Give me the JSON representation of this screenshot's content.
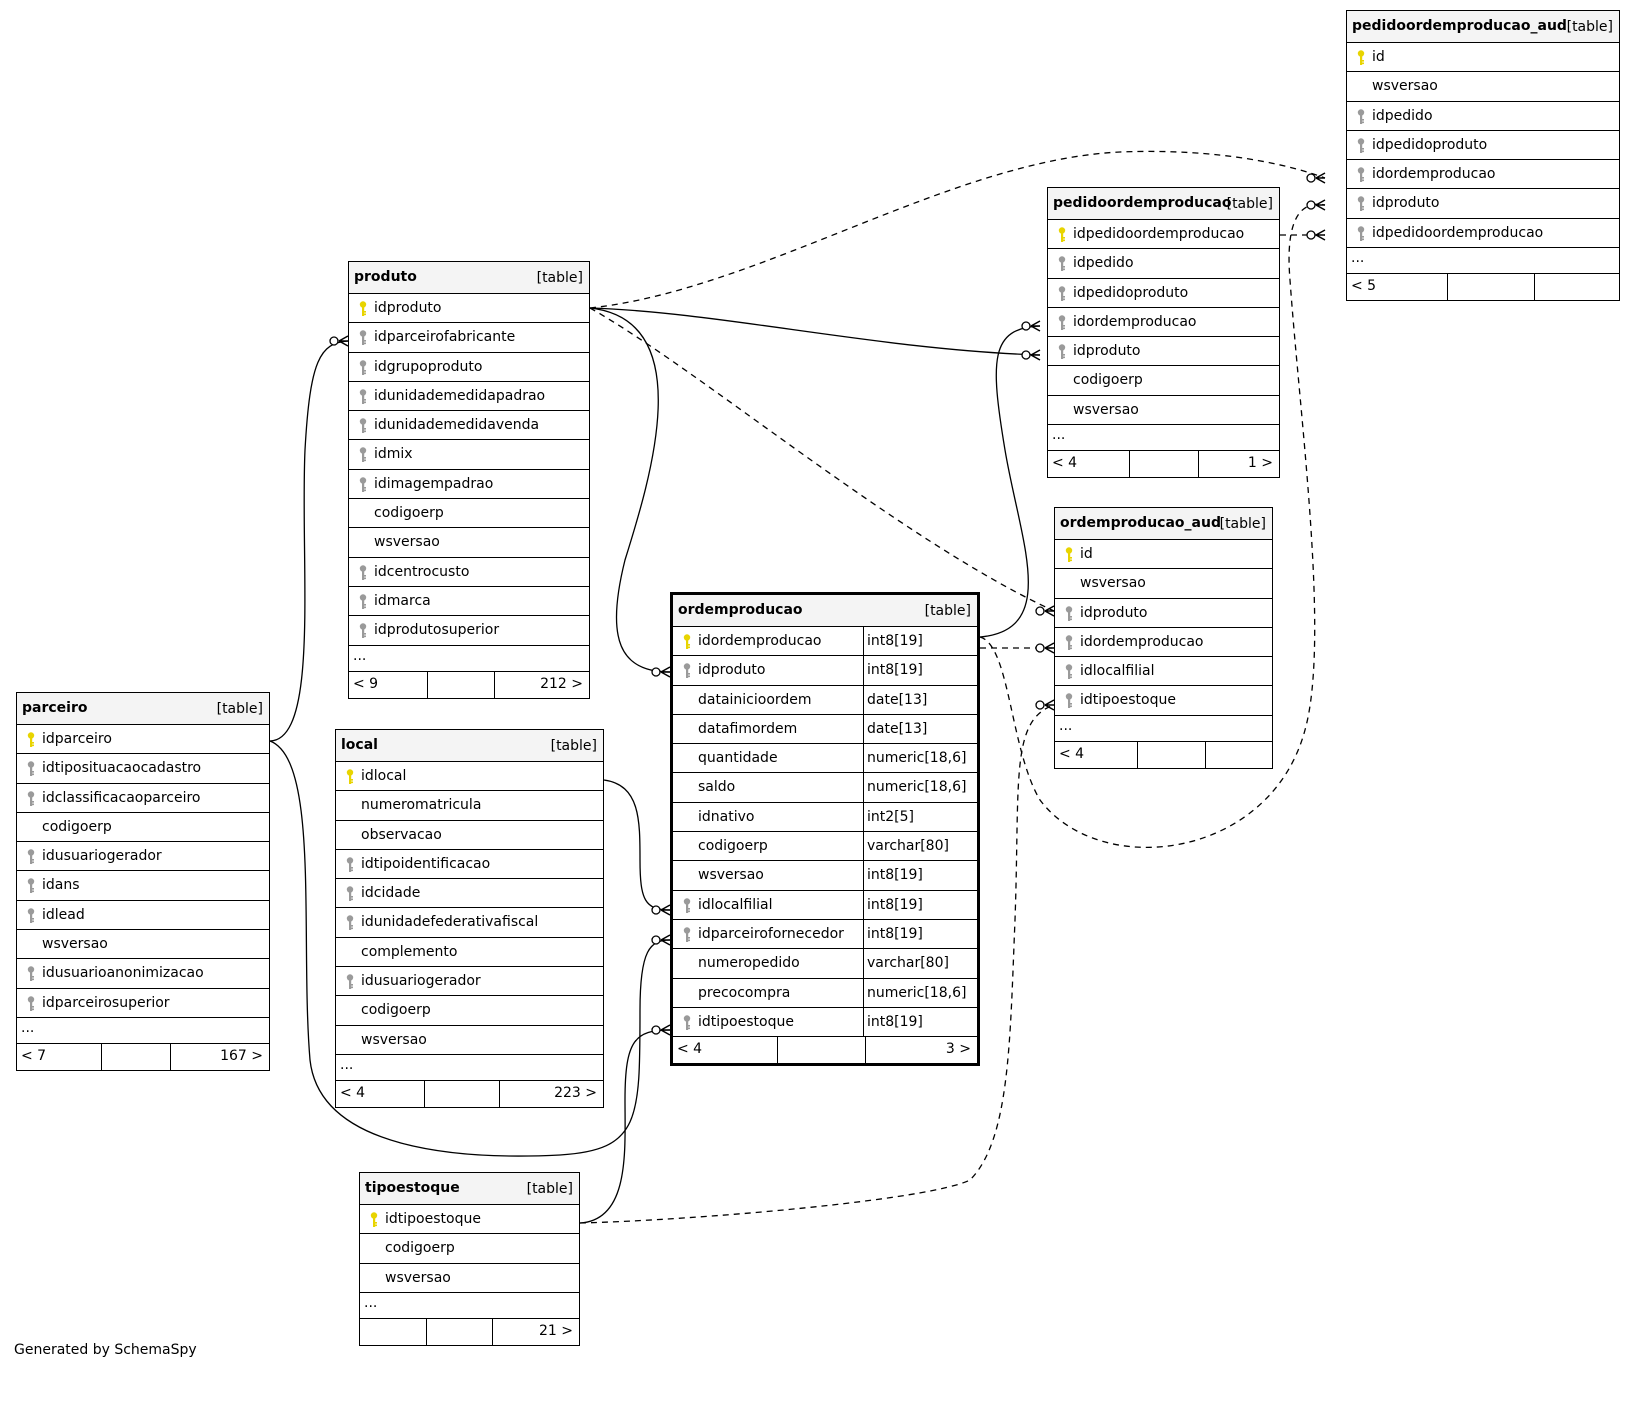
{
  "footer_text": "Generated by SchemaSpy",
  "colors": {
    "primary_key": "#e8d400",
    "foreign_key": "#9a9a9a",
    "header_bg": "#f4f4f4"
  },
  "tables": {
    "produto": {
      "name": "produto",
      "type": "[table]",
      "columns": [
        {
          "name": "idproduto",
          "key": "pk"
        },
        {
          "name": "idparceirofabricante",
          "key": "fk"
        },
        {
          "name": "idgrupoproduto",
          "key": "fk"
        },
        {
          "name": "idunidademedidapadrao",
          "key": "fk"
        },
        {
          "name": "idunidademedidavenda",
          "key": "fk"
        },
        {
          "name": "idmix",
          "key": "fk"
        },
        {
          "name": "idimagempadrao",
          "key": "fk"
        },
        {
          "name": "codigoerp",
          "key": ""
        },
        {
          "name": "wsversao",
          "key": ""
        },
        {
          "name": "idcentrocusto",
          "key": "fk"
        },
        {
          "name": "idmarca",
          "key": "fk"
        },
        {
          "name": "idprodutosuperior",
          "key": "fk"
        }
      ],
      "more": "...",
      "footer": [
        "< 9",
        "",
        "212 >"
      ]
    },
    "parceiro": {
      "name": "parceiro",
      "type": "[table]",
      "columns": [
        {
          "name": "idparceiro",
          "key": "pk"
        },
        {
          "name": "idtiposituacaocadastro",
          "key": "fk"
        },
        {
          "name": "idclassificacaoparceiro",
          "key": "fk"
        },
        {
          "name": "codigoerp",
          "key": ""
        },
        {
          "name": "idusuariogerador",
          "key": "fk"
        },
        {
          "name": "idans",
          "key": "fk"
        },
        {
          "name": "idlead",
          "key": "fk"
        },
        {
          "name": "wsversao",
          "key": ""
        },
        {
          "name": "idusuarioanonimizacao",
          "key": "fk"
        },
        {
          "name": "idparceirosuperior",
          "key": "fk"
        }
      ],
      "more": "...",
      "footer": [
        "< 7",
        "",
        "167 >"
      ]
    },
    "local": {
      "name": "local",
      "type": "[table]",
      "columns": [
        {
          "name": "idlocal",
          "key": "pk"
        },
        {
          "name": "numeromatricula",
          "key": ""
        },
        {
          "name": "observacao",
          "key": ""
        },
        {
          "name": "idtipoidentificacao",
          "key": "fk"
        },
        {
          "name": "idcidade",
          "key": "fk"
        },
        {
          "name": "idunidadefederativafiscal",
          "key": "fk"
        },
        {
          "name": "complemento",
          "key": ""
        },
        {
          "name": "idusuariogerador",
          "key": "fk"
        },
        {
          "name": "codigoerp",
          "key": ""
        },
        {
          "name": "wsversao",
          "key": ""
        }
      ],
      "more": "...",
      "footer": [
        "< 4",
        "",
        "223 >"
      ]
    },
    "tipoestoque": {
      "name": "tipoestoque",
      "type": "[table]",
      "columns": [
        {
          "name": "idtipoestoque",
          "key": "pk"
        },
        {
          "name": "codigoerp",
          "key": ""
        },
        {
          "name": "wsversao",
          "key": ""
        }
      ],
      "more": "...",
      "footer": [
        "",
        "",
        "21 >"
      ]
    },
    "ordemproducao": {
      "name": "ordemproducao",
      "type": "[table]",
      "columns": [
        {
          "name": "idordemproducao",
          "key": "pk",
          "type": "int8[19]"
        },
        {
          "name": "idproduto",
          "key": "fk",
          "type": "int8[19]"
        },
        {
          "name": "datainicioordem",
          "key": "",
          "type": "date[13]"
        },
        {
          "name": "datafimordem",
          "key": "",
          "type": "date[13]"
        },
        {
          "name": "quantidade",
          "key": "",
          "type": "numeric[18,6]"
        },
        {
          "name": "saldo",
          "key": "",
          "type": "numeric[18,6]"
        },
        {
          "name": "idnativo",
          "key": "",
          "type": "int2[5]"
        },
        {
          "name": "codigoerp",
          "key": "",
          "type": "varchar[80]"
        },
        {
          "name": "wsversao",
          "key": "",
          "type": "int8[19]"
        },
        {
          "name": "idlocalfilial",
          "key": "fk",
          "type": "int8[19]"
        },
        {
          "name": "idparceirofornecedor",
          "key": "fk",
          "type": "int8[19]"
        },
        {
          "name": "numeropedido",
          "key": "",
          "type": "varchar[80]"
        },
        {
          "name": "precocompra",
          "key": "",
          "type": "numeric[18,6]"
        },
        {
          "name": "idtipoestoque",
          "key": "fk",
          "type": "int8[19]"
        }
      ],
      "footer": [
        "< 4",
        "",
        "3 >"
      ]
    },
    "pedidoordemproducao": {
      "name": "pedidoordemproducao",
      "type": "[table]",
      "columns": [
        {
          "name": "idpedidoordemproducao",
          "key": "pk"
        },
        {
          "name": "idpedido",
          "key": "fk"
        },
        {
          "name": "idpedidoproduto",
          "key": "fk"
        },
        {
          "name": "idordemproducao",
          "key": "fk"
        },
        {
          "name": "idproduto",
          "key": "fk"
        },
        {
          "name": "codigoerp",
          "key": ""
        },
        {
          "name": "wsversao",
          "key": ""
        }
      ],
      "more": "...",
      "footer": [
        "< 4",
        "",
        "1 >"
      ]
    },
    "ordemproducao_aud": {
      "name": "ordemproducao_aud",
      "type": "[table]",
      "columns": [
        {
          "name": "id",
          "key": "pk"
        },
        {
          "name": "wsversao",
          "key": ""
        },
        {
          "name": "idproduto",
          "key": "fk"
        },
        {
          "name": "idordemproducao",
          "key": "fk"
        },
        {
          "name": "idlocalfilial",
          "key": "fk"
        },
        {
          "name": "idtipoestoque",
          "key": "fk"
        }
      ],
      "more": "...",
      "footer": [
        "< 4",
        "",
        ""
      ]
    },
    "pedidoordemproducao_aud": {
      "name": "pedidoordemproducao_aud",
      "type": "[table]",
      "columns": [
        {
          "name": "id",
          "key": "pk"
        },
        {
          "name": "wsversao",
          "key": ""
        },
        {
          "name": "idpedido",
          "key": "fk"
        },
        {
          "name": "idpedidoproduto",
          "key": "fk"
        },
        {
          "name": "idordemproducao",
          "key": "fk"
        },
        {
          "name": "idproduto",
          "key": "fk"
        },
        {
          "name": "idpedidoordemproducao",
          "key": "fk"
        }
      ],
      "more": "...",
      "footer": [
        "< 5",
        "",
        ""
      ]
    }
  }
}
